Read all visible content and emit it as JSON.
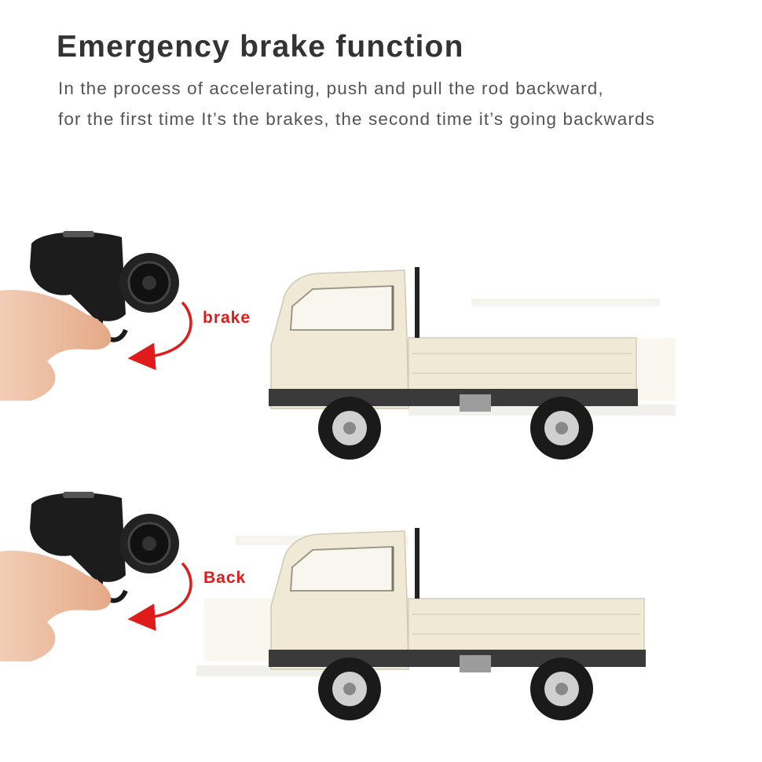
{
  "page": {
    "title": "Emergency brake function",
    "description_lines": [
      "In the process of accelerating, push and pull the rod backward,",
      "for the first time It’s the brakes, the second time it’s going backwards"
    ]
  },
  "panels": [
    {
      "label": "brake",
      "motion": "forward-blur"
    },
    {
      "label": "Back",
      "motion": "backward-blur"
    }
  ],
  "colors": {
    "arrow": "#e01b1b",
    "truck_body": "#efe9d6",
    "text": "#333333"
  },
  "icons": {
    "arrow": "curved-arrow-icon",
    "controller": "rc-transmitter-icon",
    "truck": "truck-icon"
  }
}
